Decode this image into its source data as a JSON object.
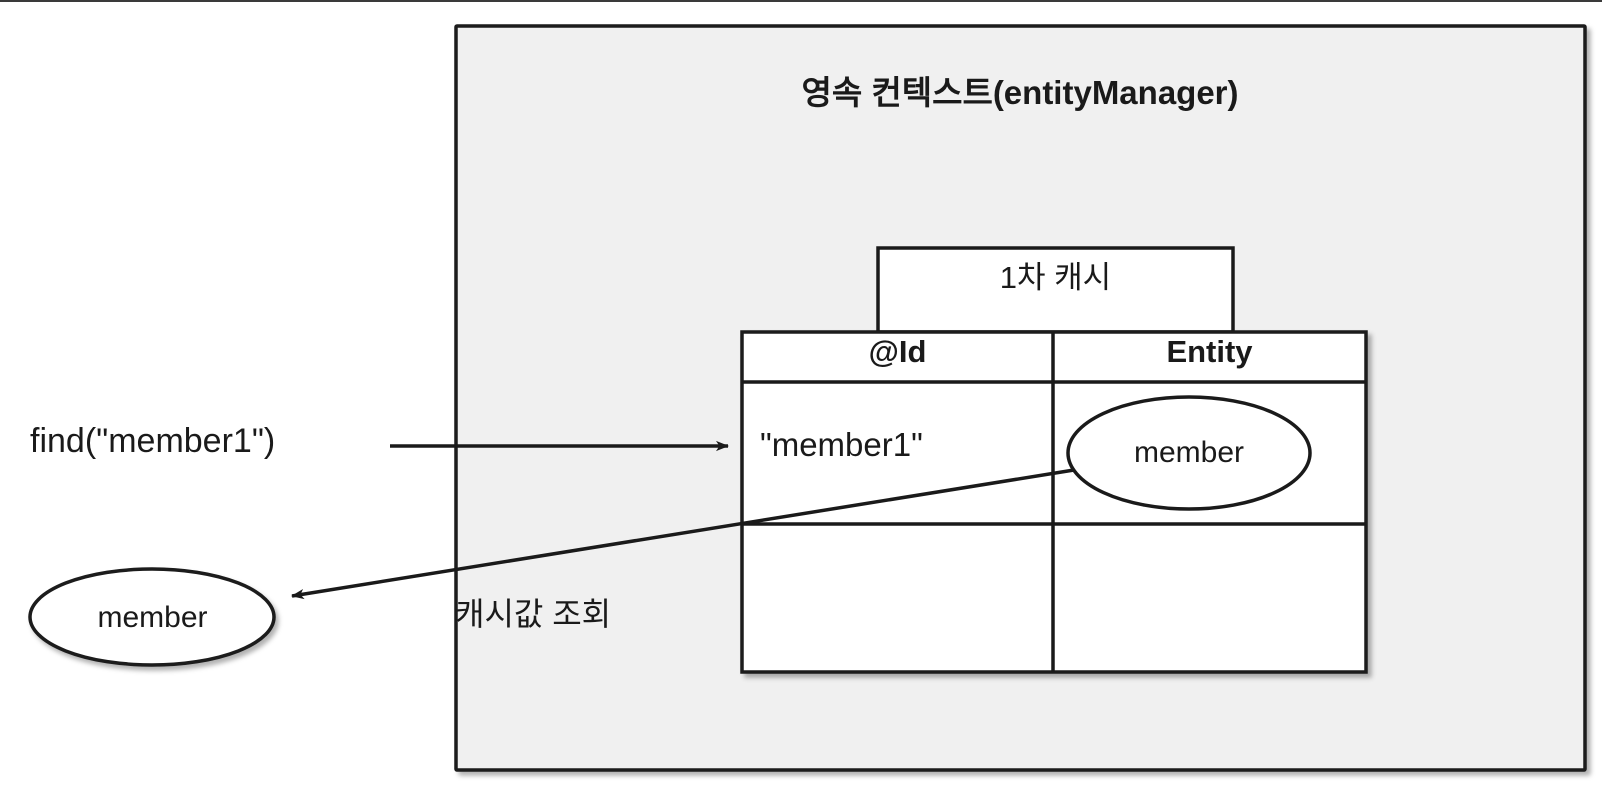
{
  "diagram": {
    "title": "영속 컨텍스트(entityManager)",
    "cache_box_label": "1차 캐시",
    "table": {
      "headers": [
        "@Id",
        "Entity"
      ],
      "rows": [
        {
          "id": "\"member1\"",
          "entity": "member"
        },
        {
          "id": "",
          "entity": ""
        }
      ]
    },
    "entity_node_label": "member",
    "result_node_label": "member",
    "find_call_label": "find(\"member1\")",
    "lookup_arrow_label": "캐시값 조회",
    "colors": {
      "panel_background": "#f0f0f0",
      "table_background": "#ffffff",
      "stroke": "#1a1a1a",
      "page_background": "#ffffff",
      "text": "#1a1a1a"
    }
  }
}
